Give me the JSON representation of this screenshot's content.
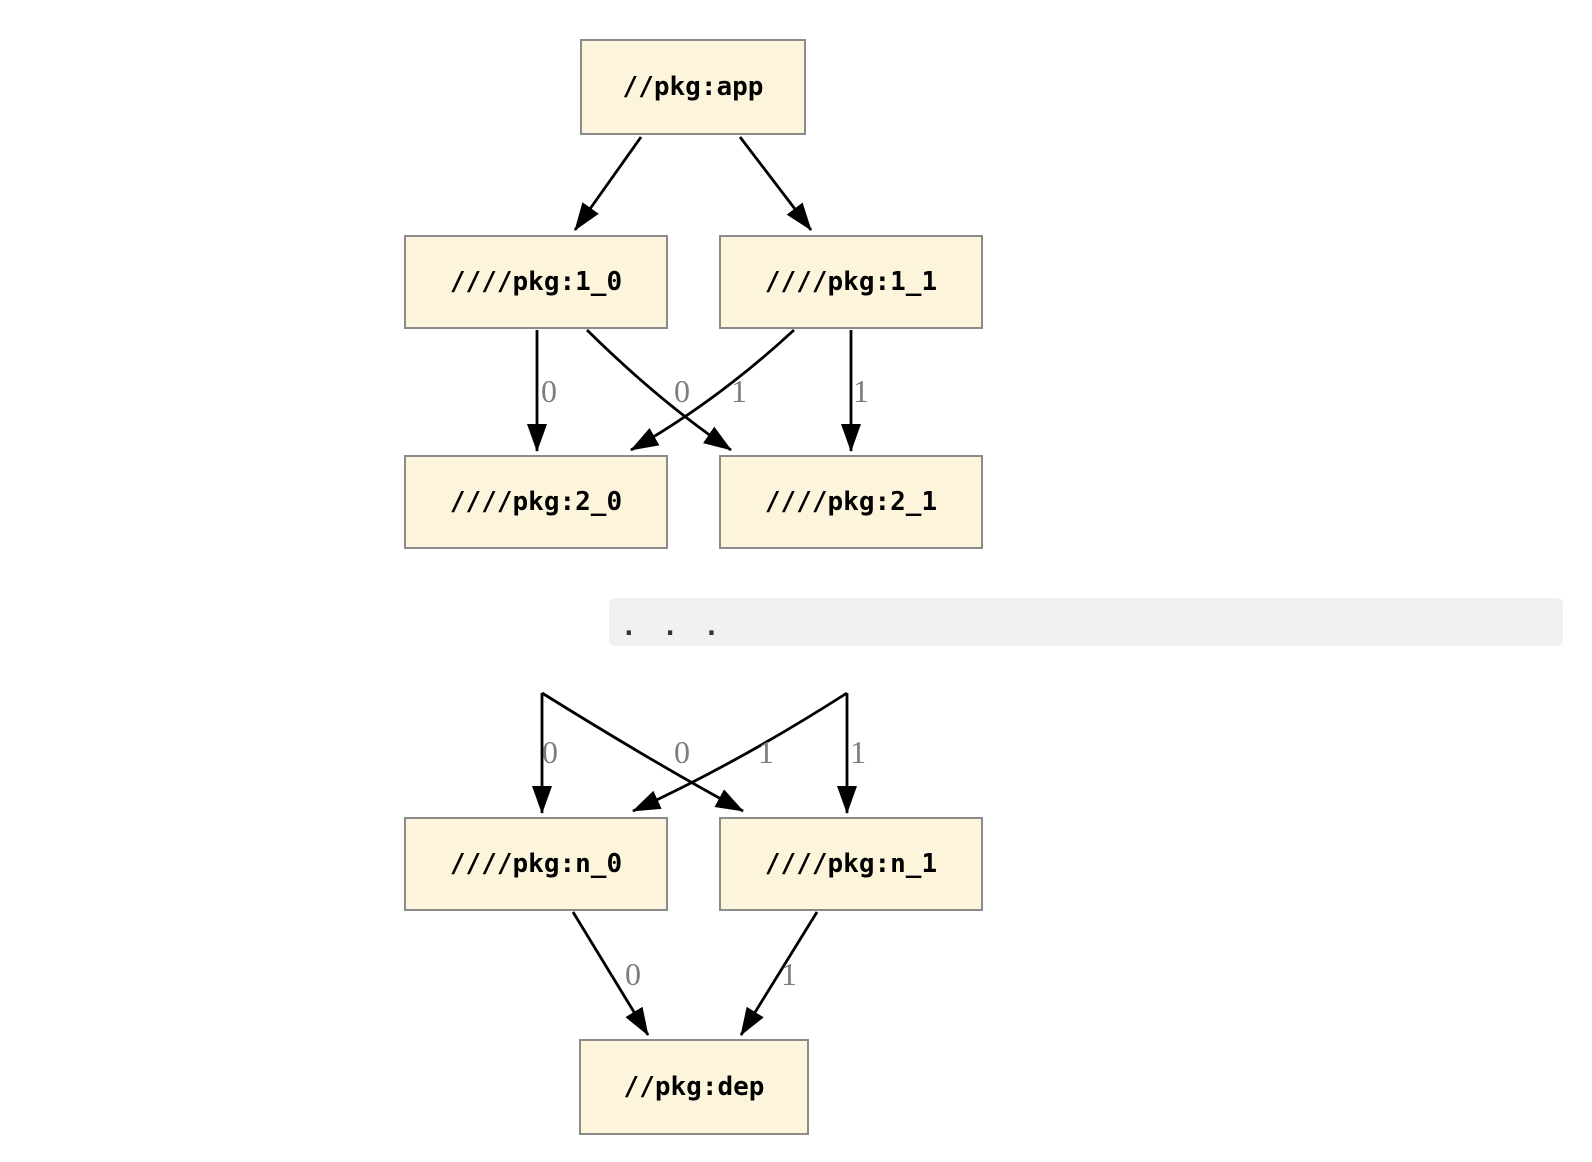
{
  "diagram": {
    "nodes": {
      "app": "//pkg:app",
      "l1_0": "////pkg:1_0",
      "l1_1": "////pkg:1_1",
      "l2_0": "////pkg:2_0",
      "l2_1": "////pkg:2_1",
      "ln_0": "////pkg:n_0",
      "ln_1": "////pkg:n_1",
      "dep": "//pkg:dep"
    },
    "ellipsis": ". . .",
    "edge_labels": {
      "upper": [
        "0",
        "0",
        "1",
        "1"
      ],
      "middle": [
        "0",
        "0",
        "1",
        "1"
      ],
      "lower": [
        "0",
        "1"
      ]
    },
    "colors": {
      "node_fill": "#FCF5DB",
      "node_border": "#8B8B8B",
      "edge": "#000000",
      "edge_label": "#7D7D7D",
      "bar_bg": "#F1F1F1",
      "bar_text": "#333333",
      "page_bg": "#FFFFFF"
    }
  }
}
